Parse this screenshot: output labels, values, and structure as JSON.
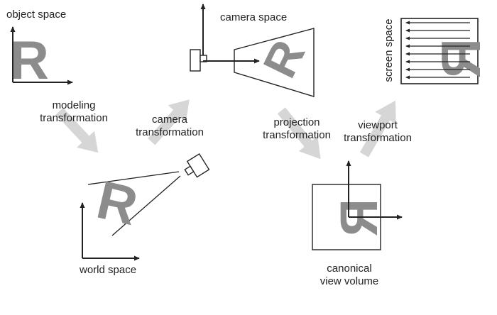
{
  "labels": {
    "object_space": "object space",
    "camera_space": "camera space",
    "screen_space": "screen space",
    "modeling_1": "modeling",
    "modeling_2": "transformation",
    "camera_1": "camera",
    "camera_2": "transformation",
    "projection_1": "projection",
    "projection_2": "transformation",
    "viewport_1": "viewport",
    "viewport_2": "transformation",
    "world_space": "world space",
    "canonical_1": "canonical",
    "canonical_2": "view volume"
  },
  "glyph": "R",
  "colors": {
    "line": "#222222",
    "glyph": "#8c8c8c",
    "flow_arrow": "#d6d6d6"
  }
}
